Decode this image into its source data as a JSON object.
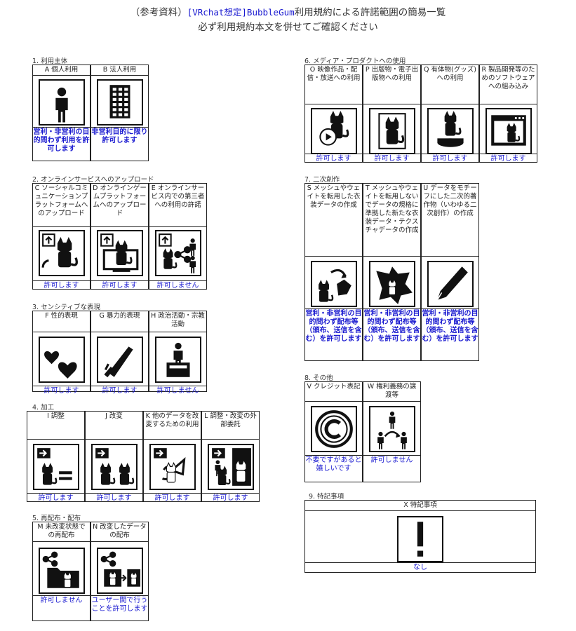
{
  "header": {
    "title_prefix": "（参考資料）",
    "title_mono": "[VRchat想定]BubbleGum",
    "title_suffix": "利用規約による許諾範囲の簡易一覧",
    "subtitle": "必ず利用規約本文を併せてご確認ください"
  },
  "sections": [
    {
      "label": "1. 利用主体",
      "cards": [
        {
          "title": "A 個人利用",
          "icon": "person-icon",
          "verdict": "営利・非営利の目的問わず利用を許可します"
        },
        {
          "title": "B 法人利用",
          "icon": "building-icon",
          "verdict": "非営利目的に限り許可します"
        }
      ]
    },
    {
      "label": "2. オンラインサービスへのアップロード",
      "cards": [
        {
          "title": "C ソーシャルコミュニケーションプラットフォームへのアップロード",
          "icon": "upload-social-icon",
          "verdict": "許可します"
        },
        {
          "title": "D オンラインゲームプラットフォームへのアップロード",
          "icon": "upload-game-icon",
          "verdict": "許可します"
        },
        {
          "title": "E オンラインサービス内での第三者への利用の許諾",
          "icon": "share-third-party-icon",
          "verdict": "許可しません"
        }
      ]
    },
    {
      "label": "3. センシティブな表現",
      "cards": [
        {
          "title": "F 性的表現",
          "icon": "hearts-icon",
          "verdict": "許可します"
        },
        {
          "title": "G 暴力的表現",
          "icon": "knife-icon",
          "verdict": "許可します"
        },
        {
          "title": "H 政治活動・宗教活動",
          "icon": "podium-icon",
          "verdict": "許可しません"
        }
      ]
    },
    {
      "label": "4. 加工",
      "cards": [
        {
          "title": "I 調整",
          "icon": "adjust-icon",
          "verdict": "許可します"
        },
        {
          "title": "J 改変",
          "icon": "modify-icon",
          "verdict": "許可します"
        },
        {
          "title": "K 他のデータを改変するための利用",
          "icon": "other-data-icon",
          "verdict": "許可します"
        },
        {
          "title": "L 調整・改変の外部委託",
          "icon": "outsourcing-icon",
          "verdict": "許可します"
        }
      ]
    },
    {
      "label": "5. 再配布・配布",
      "cards": [
        {
          "title": "M 未改変状態での再配布",
          "icon": "redistribute-folder-icon",
          "verdict": "許可しません"
        },
        {
          "title": "N 改変したデータの配布",
          "icon": "distribute-modified-icon",
          "verdict": "ユーザー間で行うことを許可します"
        }
      ]
    },
    {
      "label": "6. メディア・プロダクトへの使用",
      "cards": [
        {
          "title": "O 映像作品・配信・放送への利用",
          "icon": "video-icon",
          "verdict": "許可します"
        },
        {
          "title": "P 出版物・電子出版物への利用",
          "icon": "publication-icon",
          "verdict": "許可します"
        },
        {
          "title": "Q 有体物(グッズ)への利用",
          "icon": "goods-icon",
          "verdict": "許可します"
        },
        {
          "title": "R 製品開発等のためのソフトウェアへの組み込み",
          "icon": "software-icon",
          "verdict": "許可します"
        }
      ]
    },
    {
      "label": "7. 二次創作",
      "cards": [
        {
          "title": "S メッシュやウェイトを転用した衣装データの作成",
          "icon": "mesh-transfer-icon",
          "verdict": "営利・非営利の目的問わず配布等（頒布、送信を含む）を許可します"
        },
        {
          "title": "T メッシュやウェイトを転用しないでデータの規格に準拠した新たな衣装データ・テクスチャデータの作成",
          "icon": "new-costume-icon",
          "verdict": "営利・非営利の目的問わず配布等（頒布、送信を含む）を許可します"
        },
        {
          "title": "U データをモチーフにした二次的著作物（いわゆる二次創作）の作成",
          "icon": "pen-icon",
          "verdict": "営利・非営利の目的問わず配布等（頒布、送信を含む）を許可します"
        }
      ]
    },
    {
      "label": "8. その他",
      "cards": [
        {
          "title": "V クレジット表記",
          "icon": "copyright-icon",
          "verdict": "不要ですがあると嬉しいです"
        },
        {
          "title": "W 権利義務の譲渡等",
          "icon": "transfer-rights-icon",
          "verdict": "許可しません"
        }
      ]
    },
    {
      "label": "9. 特記事項",
      "cards": [
        {
          "title": "X 特記事項",
          "icon": "exclamation-icon",
          "verdict": "なし"
        }
      ]
    }
  ]
}
